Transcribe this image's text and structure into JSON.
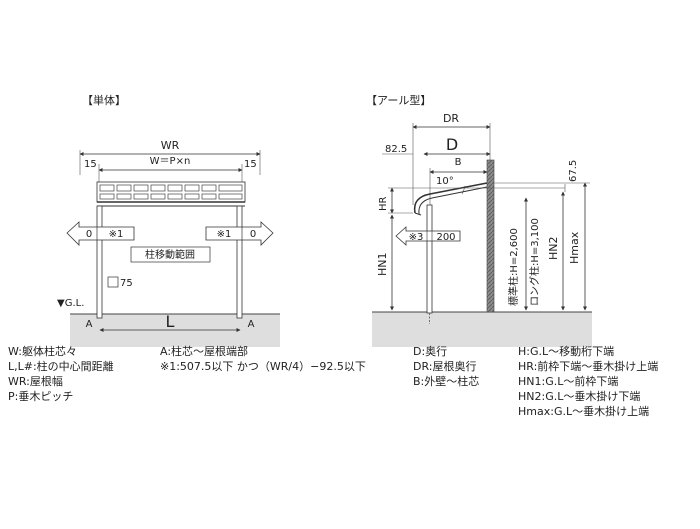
{
  "left": {
    "title": "【単体】",
    "WR": "WR",
    "W": "W＝P×n",
    "side15a": "15",
    "side15b": "15",
    "zero_a": "0",
    "zero_b": "0",
    "note1a": "※1",
    "note1b": "※1",
    "movable": "柱移動範囲",
    "d75": "75",
    "gl": "▼G.L.",
    "A1": "A",
    "A2": "A",
    "L": "L"
  },
  "right": {
    "title": "【アール型】",
    "DR": "DR",
    "d825": "82.5",
    "D": "D",
    "B": "B",
    "angle": "10°",
    "d675": "67.5",
    "HR": "HR",
    "HN1": "HN1",
    "HN2": "HN2",
    "Hmax": "Hmax",
    "note3": "※3",
    "d200": "200",
    "std": "標準柱:H=2,600",
    "long": "ロング柱:H=3,100"
  },
  "legend": {
    "col1": [
      "W:躯体柱芯々",
      "L,L#:柱の中心間距離",
      "WR:屋根幅",
      "P:垂木ピッチ"
    ],
    "col2": [
      "A:柱芯～屋根端部",
      "※1:507.5以下 かつ（WR/4）−92.5以下"
    ],
    "col3": [
      "D:奥行",
      "DR:屋根奥行",
      "B:外壁～柱芯"
    ],
    "col4": [
      "H:G.L～移動桁下端",
      "HR:前枠下端～垂木掛け上端",
      "HN1:G.L～前枠下端",
      "HN2:G.L～垂木掛け下端",
      "Hmax:G.L～垂木掛け上端"
    ]
  }
}
